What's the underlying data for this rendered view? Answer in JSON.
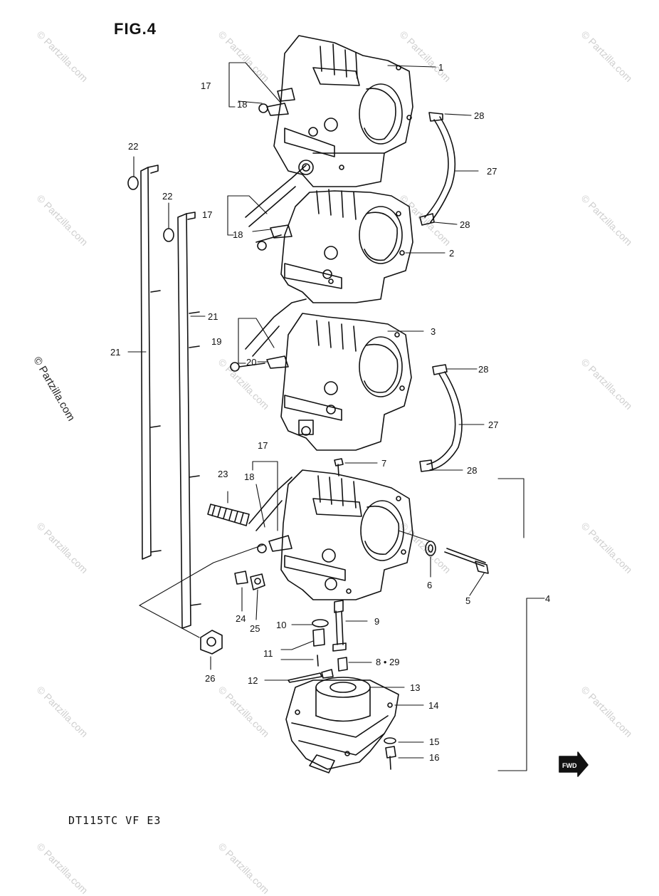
{
  "figure": {
    "title": "FIG.4",
    "model": "DT115TC VF E3"
  },
  "watermark": {
    "text": "© Partzilla.com"
  },
  "fwd_label": "FWD",
  "callouts": [
    {
      "id": "c1",
      "text": "1"
    },
    {
      "id": "c2",
      "text": "2"
    },
    {
      "id": "c3",
      "text": "3"
    },
    {
      "id": "c4",
      "text": "4"
    },
    {
      "id": "c5",
      "text": "5"
    },
    {
      "id": "c6",
      "text": "6"
    },
    {
      "id": "c7",
      "text": "7"
    },
    {
      "id": "c8",
      "text": "8 • 29"
    },
    {
      "id": "c9",
      "text": "9"
    },
    {
      "id": "c10",
      "text": "10"
    },
    {
      "id": "c11",
      "text": "11"
    },
    {
      "id": "c12",
      "text": "12"
    },
    {
      "id": "c13",
      "text": "13"
    },
    {
      "id": "c14",
      "text": "14"
    },
    {
      "id": "c15",
      "text": "15"
    },
    {
      "id": "c16",
      "text": "16"
    },
    {
      "id": "c17a",
      "text": "17"
    },
    {
      "id": "c17b",
      "text": "17"
    },
    {
      "id": "c17c",
      "text": "17"
    },
    {
      "id": "c18a",
      "text": "18"
    },
    {
      "id": "c18b",
      "text": "18"
    },
    {
      "id": "c18c",
      "text": "18"
    },
    {
      "id": "c19",
      "text": "19"
    },
    {
      "id": "c20",
      "text": "20"
    },
    {
      "id": "c21a",
      "text": "21"
    },
    {
      "id": "c21b",
      "text": "21"
    },
    {
      "id": "c22a",
      "text": "22"
    },
    {
      "id": "c22b",
      "text": "22"
    },
    {
      "id": "c23",
      "text": "23"
    },
    {
      "id": "c24",
      "text": "24"
    },
    {
      "id": "c25",
      "text": "25"
    },
    {
      "id": "c26",
      "text": "26"
    },
    {
      "id": "c27a",
      "text": "27"
    },
    {
      "id": "c27b",
      "text": "27"
    },
    {
      "id": "c28a",
      "text": "28"
    },
    {
      "id": "c28b",
      "text": "28"
    },
    {
      "id": "c28c",
      "text": "28"
    },
    {
      "id": "c28d",
      "text": "28"
    }
  ]
}
